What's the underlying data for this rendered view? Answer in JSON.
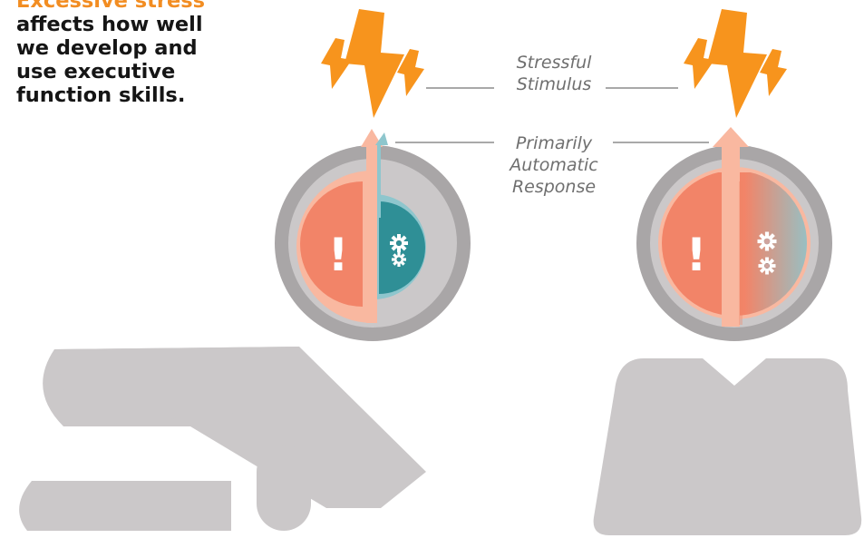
{
  "headline": {
    "accent_text": "Excessive stress",
    "lines": [
      "affects how well",
      "we develop and",
      "use executive",
      "function skills."
    ]
  },
  "labels": {
    "stimulus": [
      "Stressful",
      "Stimulus"
    ],
    "response": [
      "Primarily",
      "Automatic",
      "Response"
    ]
  },
  "heads": {
    "left": {
      "alarm_symbol": "!",
      "gear_icon": "gear-icon"
    },
    "right": {
      "alarm_symbol": "!",
      "gear_icon": "gear-icon"
    }
  },
  "colors": {
    "headline_accent": "#f28d22",
    "bolt": "#f7941d",
    "silhouette": "#cbc8c9",
    "head_ring": "#a9a6a7",
    "alarm_fill": "#f28468",
    "alarm_arrow": "#f9b8a0",
    "executive_fill": "#2f8f96",
    "executive_light": "#8ec6cd",
    "connector_line": "#a9a9a9"
  }
}
